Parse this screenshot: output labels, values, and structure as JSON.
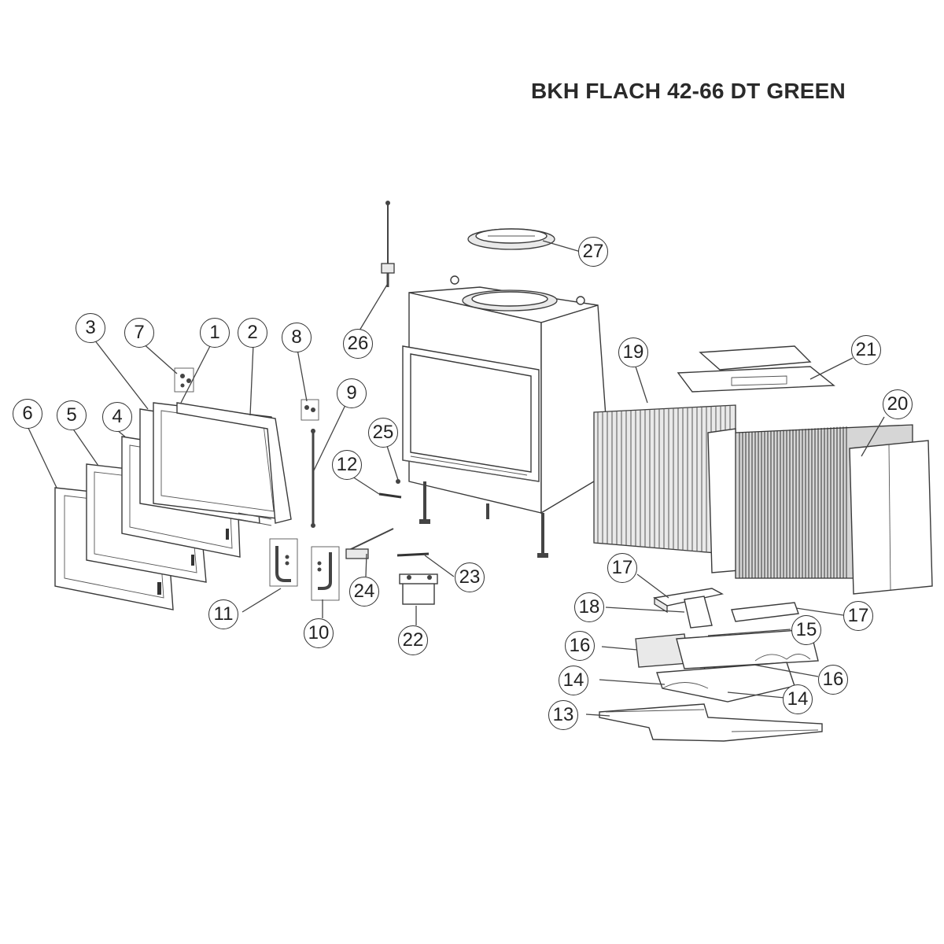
{
  "title": "BKH FLACH 42-66 DT GREEN",
  "callouts": {
    "c1": "1",
    "c2": "2",
    "c3": "3",
    "c4": "4",
    "c5": "5",
    "c6": "6",
    "c7": "7",
    "c8": "8",
    "c9": "9",
    "c10": "10",
    "c11": "11",
    "c12": "12",
    "c13": "13",
    "c14a": "14",
    "c14b": "14",
    "c15": "15",
    "c16a": "16",
    "c16b": "16",
    "c17a": "17",
    "c17b": "17",
    "c18": "18",
    "c19": "19",
    "c20": "20",
    "c21": "21",
    "c22": "22",
    "c23": "23",
    "c24": "24",
    "c25": "25",
    "c26": "26",
    "c27": "27"
  }
}
